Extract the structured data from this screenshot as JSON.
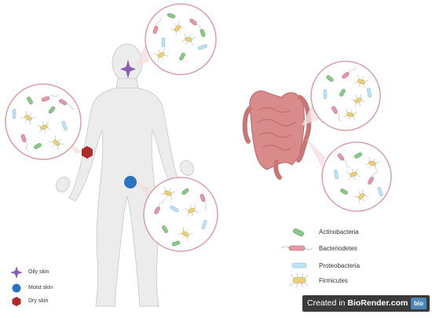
{
  "skin_types": [
    {
      "label": "Oily skin",
      "symbol": "star",
      "color": "#8a5fb0"
    },
    {
      "label": "Moist skin",
      "symbol": "circle",
      "color": "#2a73c0"
    },
    {
      "label": "Dry skin",
      "symbol": "hexagon",
      "color": "#b02a2a"
    }
  ],
  "bacteria_legend": [
    {
      "label": "Actinobacteria",
      "color": "#8cc88a"
    },
    {
      "label": "Bacteriodetes",
      "color": "#e39aa8"
    },
    {
      "label": "Proteobacteria",
      "color": "#a8d8f0"
    },
    {
      "label": "Firmicutes",
      "color": "#ecd07a"
    }
  ],
  "watermark": {
    "prefix": "Created in ",
    "brand": "BioRender.com",
    "logo": "bio"
  }
}
